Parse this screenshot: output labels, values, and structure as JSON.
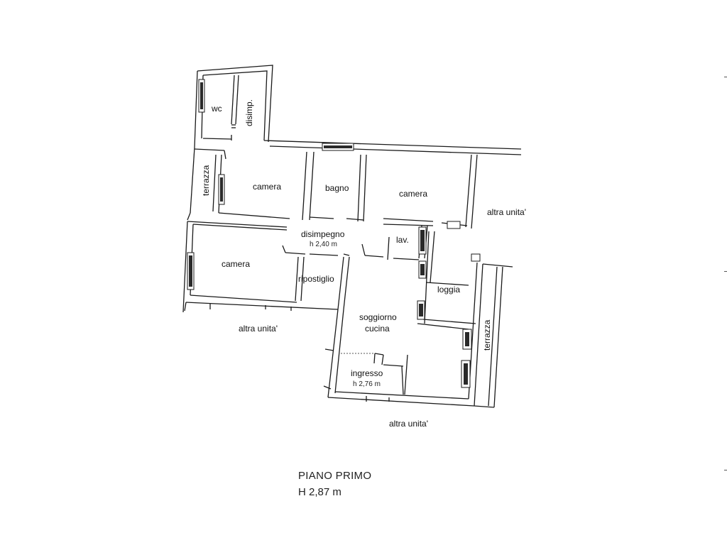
{
  "rooms": {
    "wc": "wc",
    "disimpegno_top": "disimp.",
    "terrazza_left": "terrazza",
    "camera_top_left": "camera",
    "bagno": "bagno",
    "camera_top_right": "camera",
    "disimpegno_center": "disimpegno",
    "disimpegno_height": "h 2,40 m",
    "lavanderia": "lav.",
    "camera_left": "camera",
    "ripostiglio": "ripostiglio",
    "loggia": "loggia",
    "soggiorno": "soggiorno",
    "cucina": "cucina",
    "ingresso": "ingresso",
    "ingresso_height": "h 2,76 m",
    "terrazza_right": "terrazza"
  },
  "neighbors": {
    "right": "altra unita'",
    "bottom_left": "altra unita'",
    "bottom": "altra unita'"
  },
  "footer": {
    "title": "PIANO PRIMO",
    "height": "H 2,87 m"
  }
}
